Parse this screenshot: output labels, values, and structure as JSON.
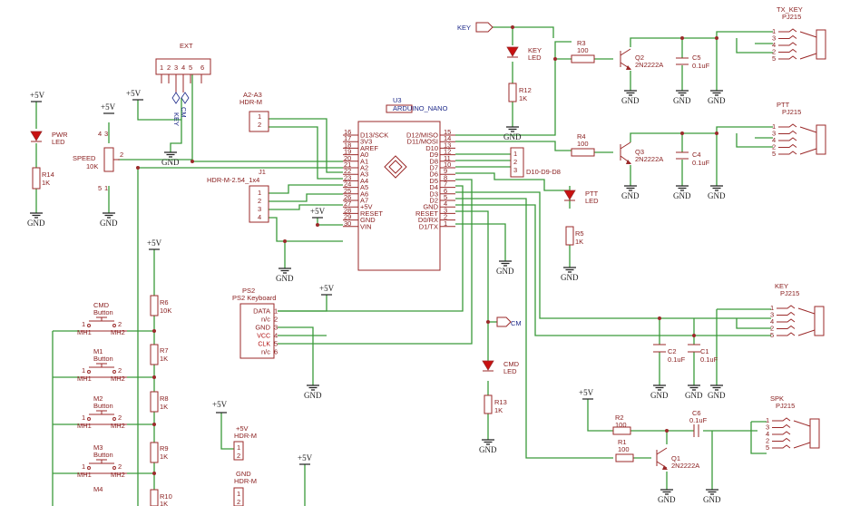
{
  "power": {
    "v5": "+5V",
    "gnd": "GND"
  },
  "u3": {
    "ref": "U3",
    "name": "ARDUINO_NANO",
    "left_pins": [
      {
        "n": "16",
        "l": "D13/SCK"
      },
      {
        "n": "17",
        "l": "3V3"
      },
      {
        "n": "18",
        "l": "AREF"
      },
      {
        "n": "19",
        "l": "A0"
      },
      {
        "n": "20",
        "l": "A1"
      },
      {
        "n": "21",
        "l": "A2"
      },
      {
        "n": "22",
        "l": "A3"
      },
      {
        "n": "23",
        "l": "A4"
      },
      {
        "n": "24",
        "l": "A5"
      },
      {
        "n": "25",
        "l": "A6"
      },
      {
        "n": "26",
        "l": "A7"
      },
      {
        "n": "27",
        "l": "+5V"
      },
      {
        "n": "28",
        "l": "RESET"
      },
      {
        "n": "29",
        "l": "GND"
      },
      {
        "n": "30",
        "l": "VIN"
      }
    ],
    "right_pins": [
      {
        "n": "15",
        "l": "D12/MISO"
      },
      {
        "n": "14",
        "l": "D11/MOSI"
      },
      {
        "n": "13",
        "l": "D10"
      },
      {
        "n": "12",
        "l": "D9"
      },
      {
        "n": "11",
        "l": "D8"
      },
      {
        "n": "10",
        "l": "D7"
      },
      {
        "n": "9",
        "l": "D6"
      },
      {
        "n": "8",
        "l": "D5"
      },
      {
        "n": "7",
        "l": "D4"
      },
      {
        "n": "6",
        "l": "D3"
      },
      {
        "n": "5",
        "l": "D2"
      },
      {
        "n": "4",
        "l": "GND"
      },
      {
        "n": "3",
        "l": "RESET"
      },
      {
        "n": "2",
        "l": "D0/RX"
      },
      {
        "n": "1",
        "l": "D1/TX"
      }
    ]
  },
  "ext": {
    "ref": "EXT",
    "pins": [
      "1",
      "2",
      "3",
      "4",
      "5",
      "6"
    ],
    "net_key": "KEY",
    "net_cm": "CM"
  },
  "a2a3": {
    "ref": "A2-A3",
    "name": "HDR-M",
    "pins": [
      "1",
      "2"
    ]
  },
  "j1": {
    "ref": "J1",
    "name": "HDR-M-2.54_1x4",
    "pins": [
      "1",
      "2",
      "3",
      "4"
    ]
  },
  "speed": {
    "ref": "SPEED",
    "value": "10K",
    "pins": [
      "4",
      "3",
      "2",
      "5",
      "1"
    ]
  },
  "pwr_led": {
    "ref": "PWR",
    "name": "LED"
  },
  "r14": {
    "ref": "R14",
    "value": "1K"
  },
  "r6": {
    "ref": "R6",
    "value": "10K"
  },
  "r7": {
    "ref": "R7",
    "value": "1K"
  },
  "r8": {
    "ref": "R8",
    "value": "1K"
  },
  "r9": {
    "ref": "R9",
    "value": "1K"
  },
  "r10": {
    "ref": "R10",
    "value": "1K"
  },
  "buttons": [
    {
      "ref": "CMD",
      "name": "Button",
      "p1": "1",
      "p2": "2",
      "mh1": "MH1",
      "mh2": "MH2"
    },
    {
      "ref": "M1",
      "name": "Button",
      "p1": "1",
      "p2": "2",
      "mh1": "MH1",
      "mh2": "MH2"
    },
    {
      "ref": "M2",
      "name": "Button",
      "p1": "1",
      "p2": "2",
      "mh1": "MH1",
      "mh2": "MH2"
    },
    {
      "ref": "M3",
      "name": "Button",
      "p1": "1",
      "p2": "2",
      "mh1": "MH1",
      "mh2": "MH2"
    },
    {
      "ref": "M4",
      "name": "",
      "p1": "",
      "p2": "",
      "mh1": "",
      "mh2": ""
    }
  ],
  "ps2": {
    "ref": "PS2",
    "name": "PS2 Keyboard",
    "pins": [
      {
        "l": "DATA",
        "n": "1"
      },
      {
        "l": "n/c",
        "n": "2"
      },
      {
        "l": "GND",
        "n": "3"
      },
      {
        "l": "VCC",
        "n": "4"
      },
      {
        "l": "CLK",
        "n": "5"
      },
      {
        "l": "n/c",
        "n": "6"
      }
    ]
  },
  "hdr_5v": {
    "ref": "+5V",
    "name": "HDR-M",
    "pins": [
      "1",
      "2"
    ]
  },
  "hdr_gnd": {
    "ref": "GND",
    "name": "HDR-M",
    "pins": [
      "1",
      "2"
    ]
  },
  "d10": {
    "ref": "D10-D9-D8",
    "pins": [
      "1",
      "2",
      "3"
    ]
  },
  "key_led": {
    "ref": "KEY",
    "name": "LED"
  },
  "ptt_led": {
    "ref": "PTT",
    "name": "LED"
  },
  "cmd_led": {
    "ref": "CMD",
    "name": "LED"
  },
  "r12": {
    "ref": "R12",
    "value": "1K"
  },
  "r5": {
    "ref": "R5",
    "value": "1K"
  },
  "r13": {
    "ref": "R13",
    "value": "1K"
  },
  "r3": {
    "ref": "R3",
    "value": "100"
  },
  "r4": {
    "ref": "R4",
    "value": "100"
  },
  "r2": {
    "ref": "R2",
    "value": "100"
  },
  "r1": {
    "ref": "R1",
    "value": "100"
  },
  "q2": {
    "ref": "Q2",
    "value": "2N2222A"
  },
  "q3": {
    "ref": "Q3",
    "value": "2N2222A"
  },
  "q1": {
    "ref": "Q1",
    "value": "2N2222A"
  },
  "c5": {
    "ref": "C5",
    "value": "0.1uF"
  },
  "c4": {
    "ref": "C4",
    "value": "0.1uF"
  },
  "c2": {
    "ref": "C2",
    "value": "0.1uF"
  },
  "c1": {
    "ref": "C1",
    "value": "0.1uF"
  },
  "c6": {
    "ref": "C6",
    "value": "0.1uF"
  },
  "tx_key": {
    "ref": "TX_KEY",
    "name": "PJ215",
    "pins": [
      "1",
      "3",
      "4",
      "2",
      "5"
    ]
  },
  "ptt": {
    "ref": "PTT",
    "name": "PJ215",
    "pins": [
      "1",
      "3",
      "4",
      "2",
      "5"
    ]
  },
  "key_jack": {
    "ref": "KEY",
    "name": "PJ215",
    "pins": [
      "1",
      "3",
      "4",
      "2",
      "5"
    ]
  },
  "spk": {
    "ref": "SPK",
    "name": "PJ215",
    "pins": [
      "1",
      "3",
      "4",
      "2",
      "5"
    ]
  },
  "flags": {
    "key": "KEY",
    "cm": "CM"
  }
}
